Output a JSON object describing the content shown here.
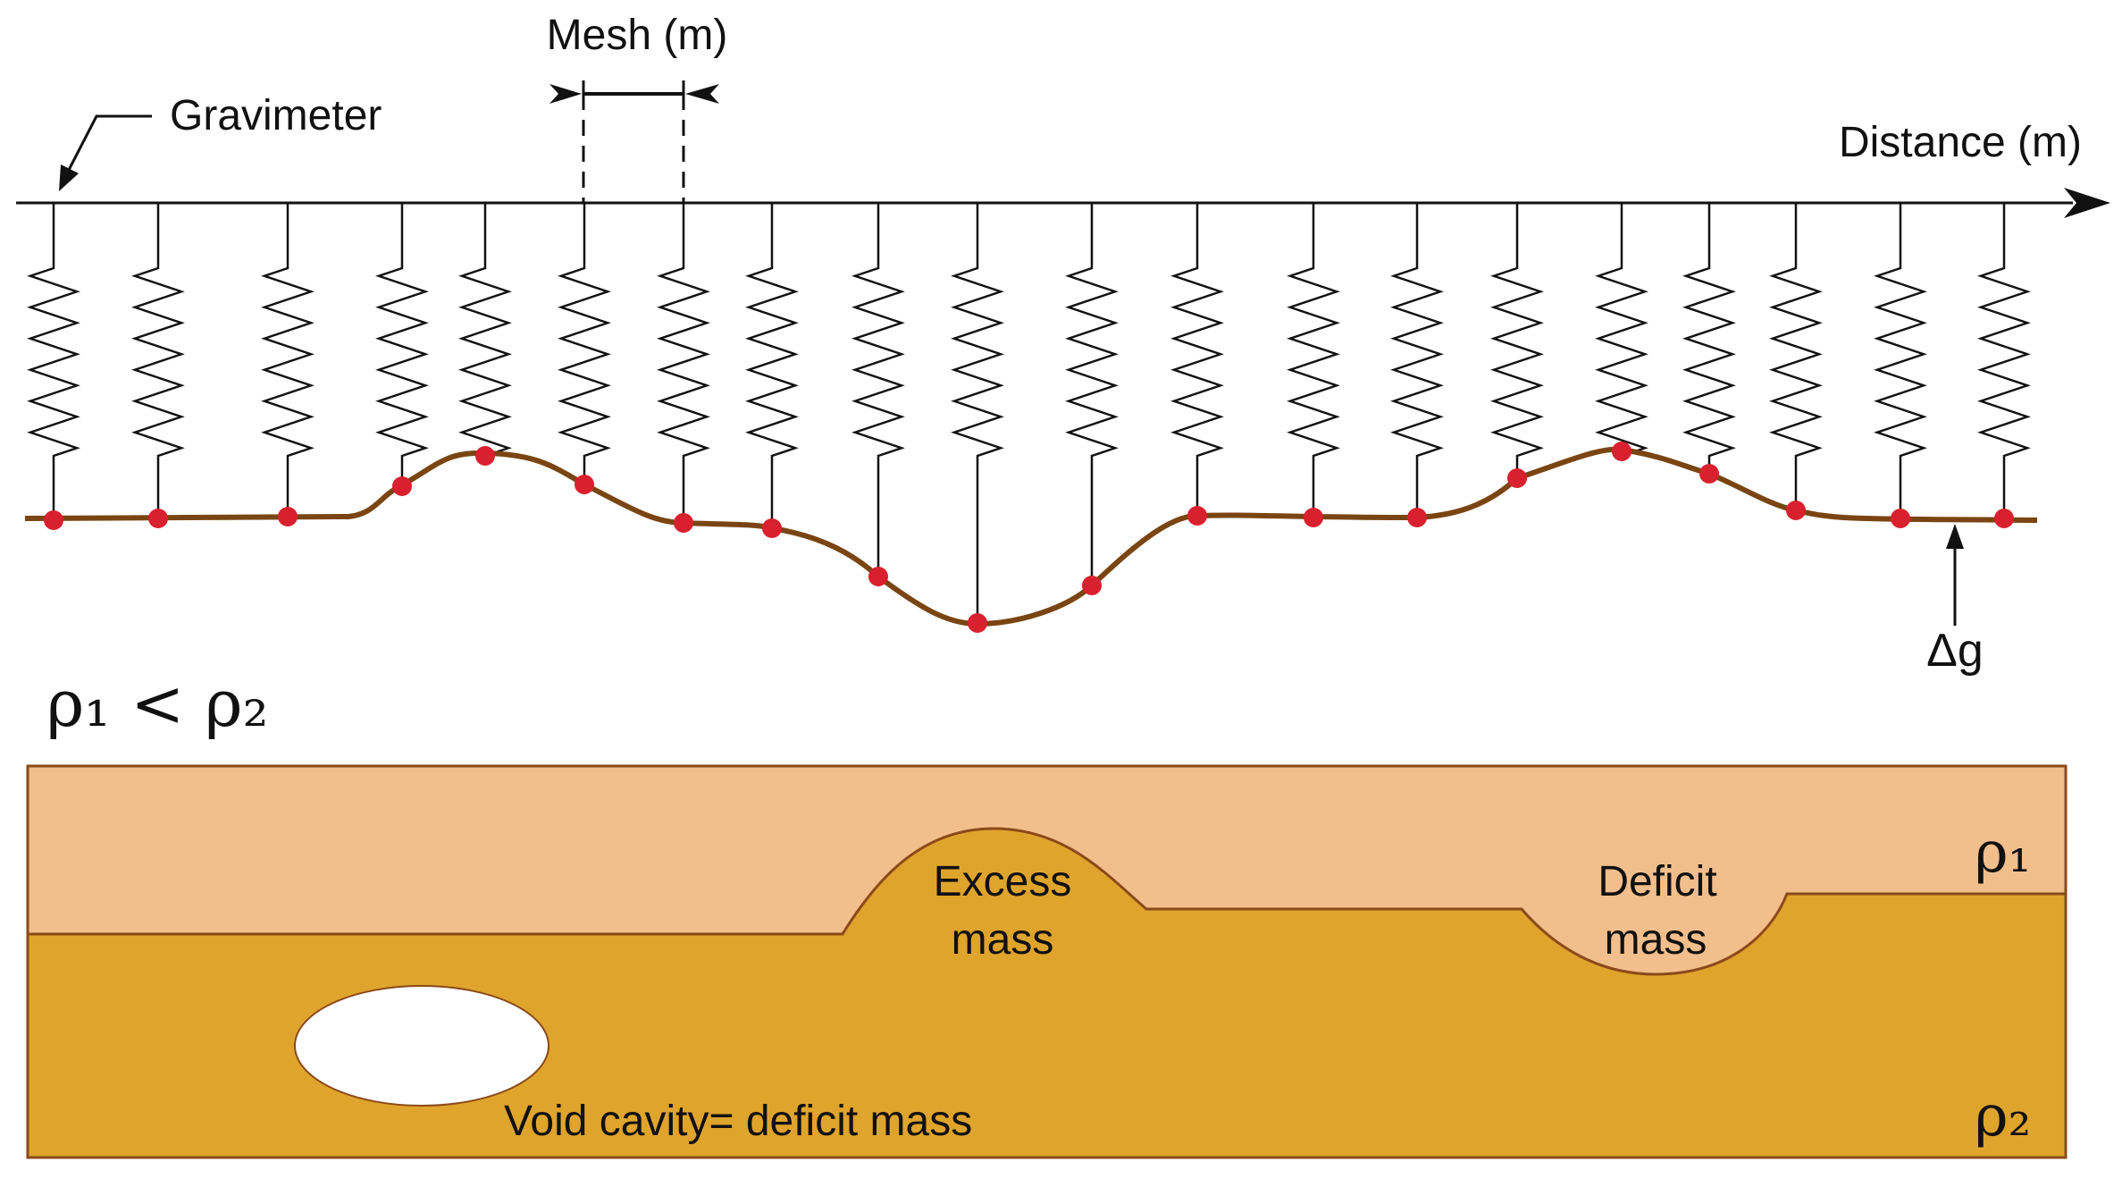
{
  "labels": {
    "mesh": "Mesh  (m)",
    "gravimeter": "Gravimeter",
    "distance": "Distance (m)",
    "delta_g": "Δg",
    "density_relation": "ρ₁ < ρ₂",
    "rho1": "ρ₁",
    "rho2": "ρ₂",
    "excess_line1": "Excess",
    "excess_line2": "mass",
    "deficit_line1": "Deficit",
    "deficit_line2": "mass",
    "void": "Void cavity=  deficit mass"
  },
  "colors": {
    "upper_layer": "#F2BE8C",
    "lower_layer": "#DFA42C",
    "layer_border": "#8B4A1A",
    "gravity_curve": "#7A4512",
    "station_dot": "#D9202E",
    "void": "#FFFFFF",
    "ink": "#111111"
  },
  "diagram": {
    "station_count": 20,
    "anomaly_pattern": [
      "flat",
      "bump",
      "flat",
      "dip",
      "flat",
      "bump",
      "flat"
    ]
  }
}
